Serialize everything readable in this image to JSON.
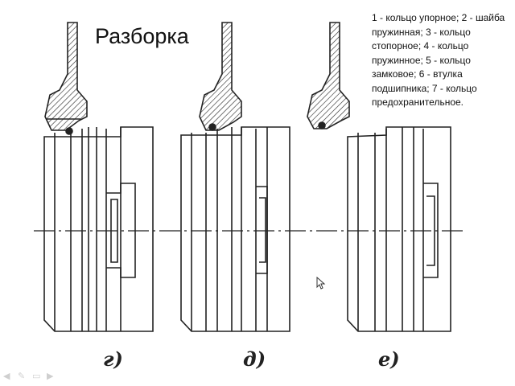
{
  "slide": {
    "title": "Разборка",
    "legend": "1 - кольцо упорное; 2 - шайба пружинная; 3 - кольцо стопорное; 4 - кольцо пружинное; 5 - кольцо замковое; 6 - втулка подшипника; 7 - кольцо предохранительное."
  },
  "figures": [
    {
      "label": "г)"
    },
    {
      "label": "д)"
    },
    {
      "label": "е)"
    }
  ],
  "toolbar": {
    "icons": [
      "arrow-left-icon",
      "pen-icon",
      "slides-icon",
      "arrow-right-icon"
    ]
  },
  "colors": {
    "line": "#222222",
    "background": "#ffffff"
  }
}
